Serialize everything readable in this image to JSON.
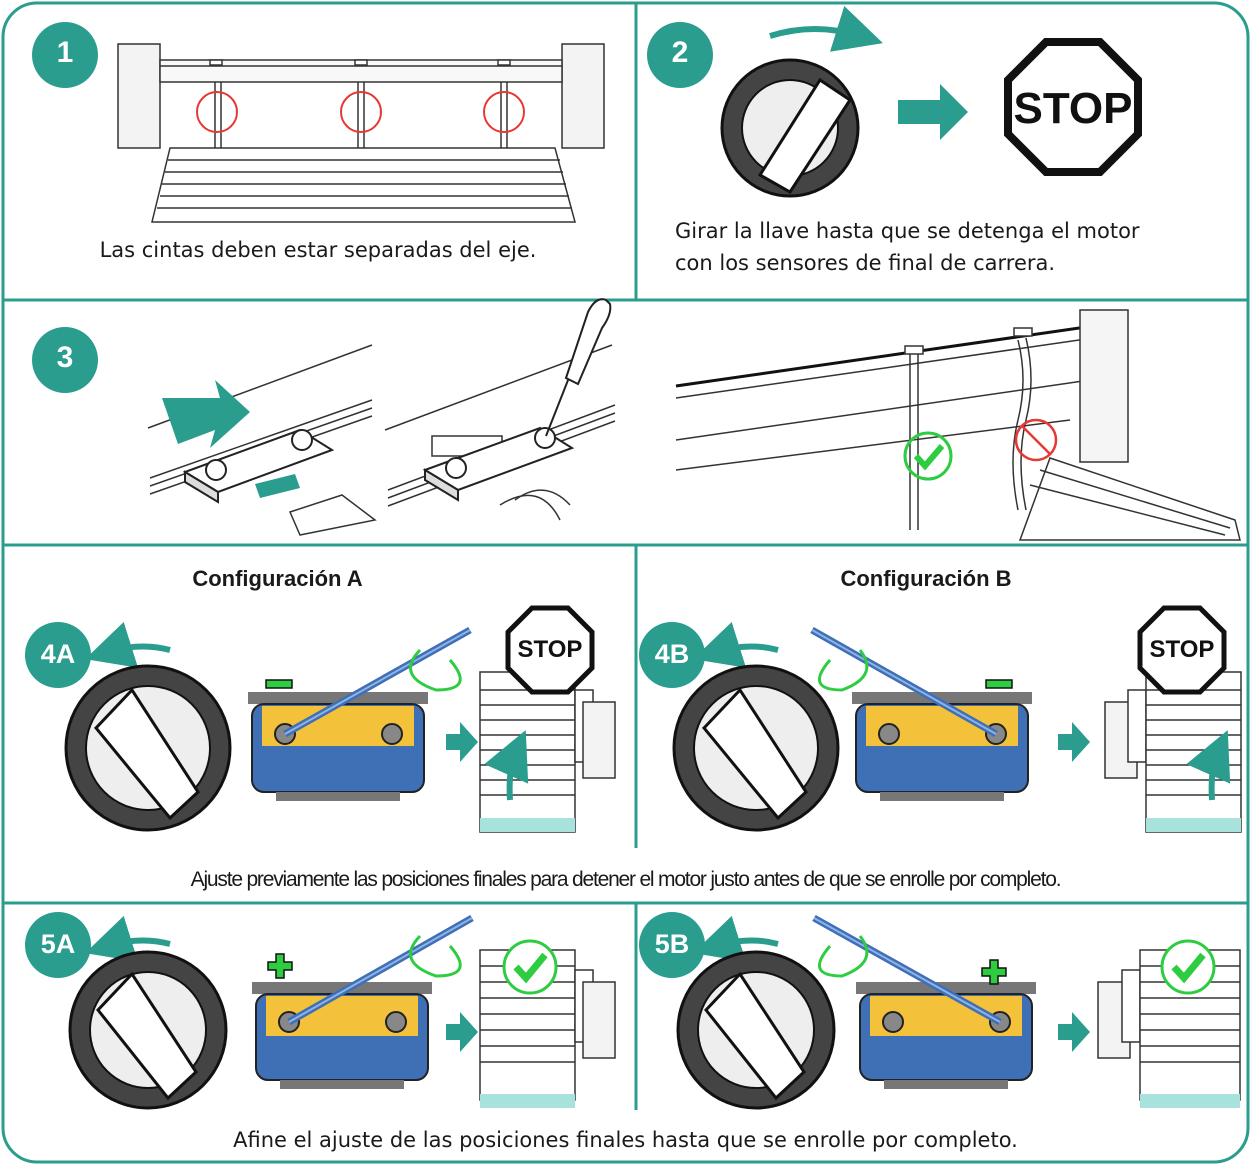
{
  "step1": {
    "badge": "1",
    "caption": "Las cintas deben estar separadas del eje."
  },
  "step2": {
    "badge": "2",
    "stop_sign": "STOP",
    "caption_line1": "Girar la llave hasta que se detenga el motor",
    "caption_line2": "con los sensores de final de carrera."
  },
  "step3": {
    "badge": "3"
  },
  "config_a": {
    "title": "Configuración A",
    "badge_4": "4A",
    "stop_sign": "STOP",
    "badge_5": "5A"
  },
  "config_b": {
    "title": "Configuración B",
    "badge_4": "4B",
    "stop_sign": "STOP",
    "badge_5": "5B"
  },
  "note_step4": "Ajuste previamente las posiciones finales para detener el motor justo antes de que se enrolle por completo.",
  "note_step5": "Afine el ajuste de las posiciones finales hasta que se enrolle por completo.",
  "colors": {
    "teal": "#2a9d8f",
    "motor_blue": "#3f6fb5",
    "panel_yellow": "#f3c23a",
    "check_green": "#2ecc40",
    "no_red": "#e53935"
  }
}
